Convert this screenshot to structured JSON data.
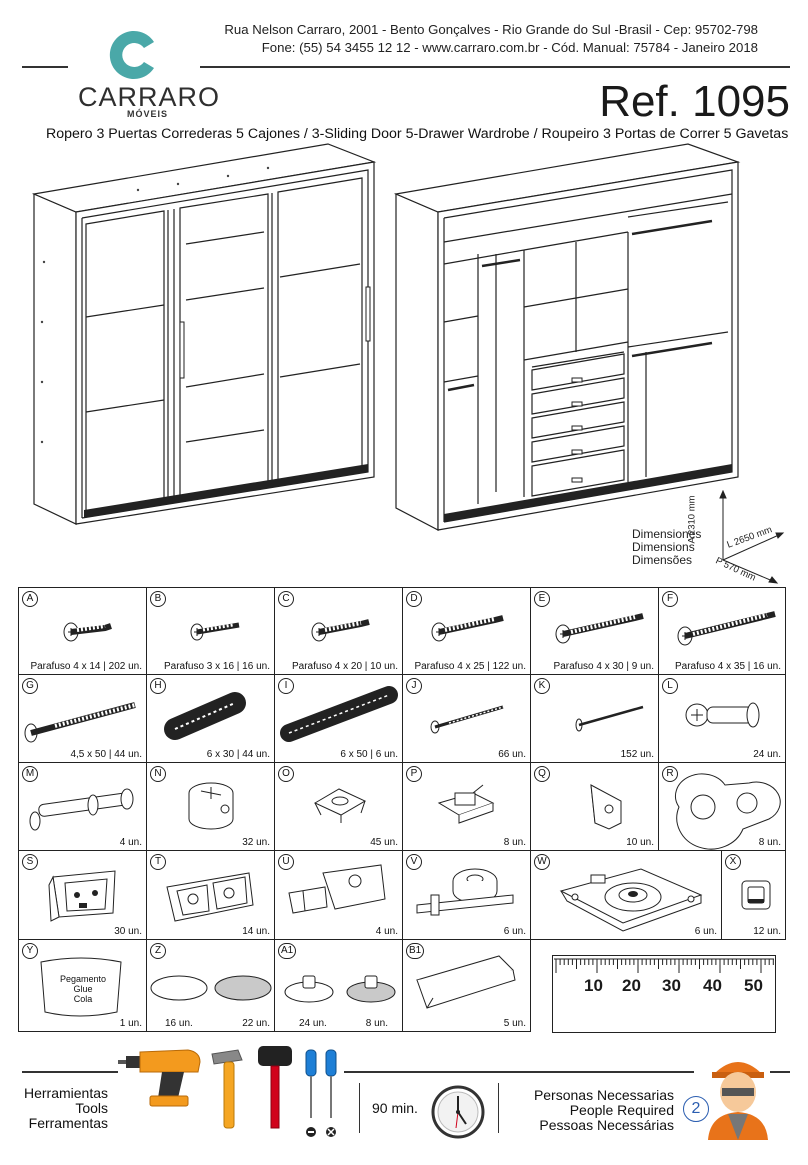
{
  "header": {
    "brand": "CARRARO",
    "brand_sub": "MÓVEIS",
    "address": "Rua Nelson Carraro, 2001 - Bento Gonçalves - Rio Grande do Sul -Brasil - Cep: 95702-798",
    "contact": "Fone: (55) 54 3455 12 12 -  www.carraro.com.br - Cód. Manual: 75784 - Janeiro 2018",
    "ref": "Ref. 1095",
    "subtitle": "Ropero 3 Puertas Correderas 5 Cajones  / 3-Sliding Door 5-Drawer Wardrobe / Roupeiro 3 Portas de Correr 5 Gavetas"
  },
  "dimensions": {
    "label_es": "Dimensiones",
    "label_en": "Dimensions",
    "label_pt": "Dimensões",
    "height": "A 2310 mm",
    "length": "L 2650 mm",
    "depth": "P 570 mm"
  },
  "parts": [
    {
      "letter": "A",
      "caption": "Parafuso 4 x 14 | 202 un."
    },
    {
      "letter": "B",
      "caption": "Parafuso 3 x 16 | 16 un."
    },
    {
      "letter": "C",
      "caption": "Parafuso 4 x 20 | 10 un."
    },
    {
      "letter": "D",
      "caption": "Parafuso 4 x 25 | 122 un."
    },
    {
      "letter": "E",
      "caption": "Parafuso 4 x 30 | 9 un."
    },
    {
      "letter": "F",
      "caption": "Parafuso 4 x 35 | 16 un."
    },
    {
      "letter": "G",
      "caption": "4,5 x 50 | 44 un."
    },
    {
      "letter": "H",
      "caption": "6 x 30 | 44 un."
    },
    {
      "letter": "I",
      "caption": "6 x 50 | 6 un."
    },
    {
      "letter": "J",
      "caption": "66 un."
    },
    {
      "letter": "K",
      "caption": "152 un."
    },
    {
      "letter": "L",
      "caption": "24 un."
    },
    {
      "letter": "M",
      "caption": "4 un."
    },
    {
      "letter": "N",
      "caption": "32 un."
    },
    {
      "letter": "O",
      "caption": "45 un."
    },
    {
      "letter": "P",
      "caption": "8 un."
    },
    {
      "letter": "Q",
      "caption": "10 un."
    },
    {
      "letter": "R",
      "caption": "8 un."
    },
    {
      "letter": "S",
      "caption": "30 un."
    },
    {
      "letter": "T",
      "caption": "14 un."
    },
    {
      "letter": "U",
      "caption": "4 un."
    },
    {
      "letter": "V",
      "caption": "6 un."
    },
    {
      "letter": "W",
      "caption": "6 un."
    },
    {
      "letter": "X",
      "caption": "12 un."
    },
    {
      "letter": "Y",
      "caption": "1 un.",
      "glue": [
        "Pegamento",
        "Glue",
        "Cola"
      ]
    },
    {
      "letter": "Z",
      "caption_a": "16 un.",
      "caption_b": "22 un."
    },
    {
      "letter": "A1",
      "caption_a": "24 un.",
      "caption_b": "8 un."
    },
    {
      "letter": "B1",
      "caption": "5 un."
    }
  ],
  "ruler": {
    "labels": [
      "10",
      "20",
      "30",
      "40",
      "50"
    ]
  },
  "footer": {
    "tools_es": "Herramientas",
    "tools_en": "Tools",
    "tools_pt": "Ferramentas",
    "time": "90 min.",
    "people_es": "Personas Necessarias",
    "people_en": "People Required",
    "people_pt": "Pessoas Necessárias",
    "people_count": "2"
  },
  "colors": {
    "logo_teal": "#4aa8a8",
    "drill_orange": "#f39a1e",
    "hammer_handle": "#f5a623",
    "mallet_red": "#d0021b",
    "screwdriver_blue": "#1e7fd6",
    "people_badge": "#2a5db0",
    "worker_cap": "#e8731a"
  }
}
